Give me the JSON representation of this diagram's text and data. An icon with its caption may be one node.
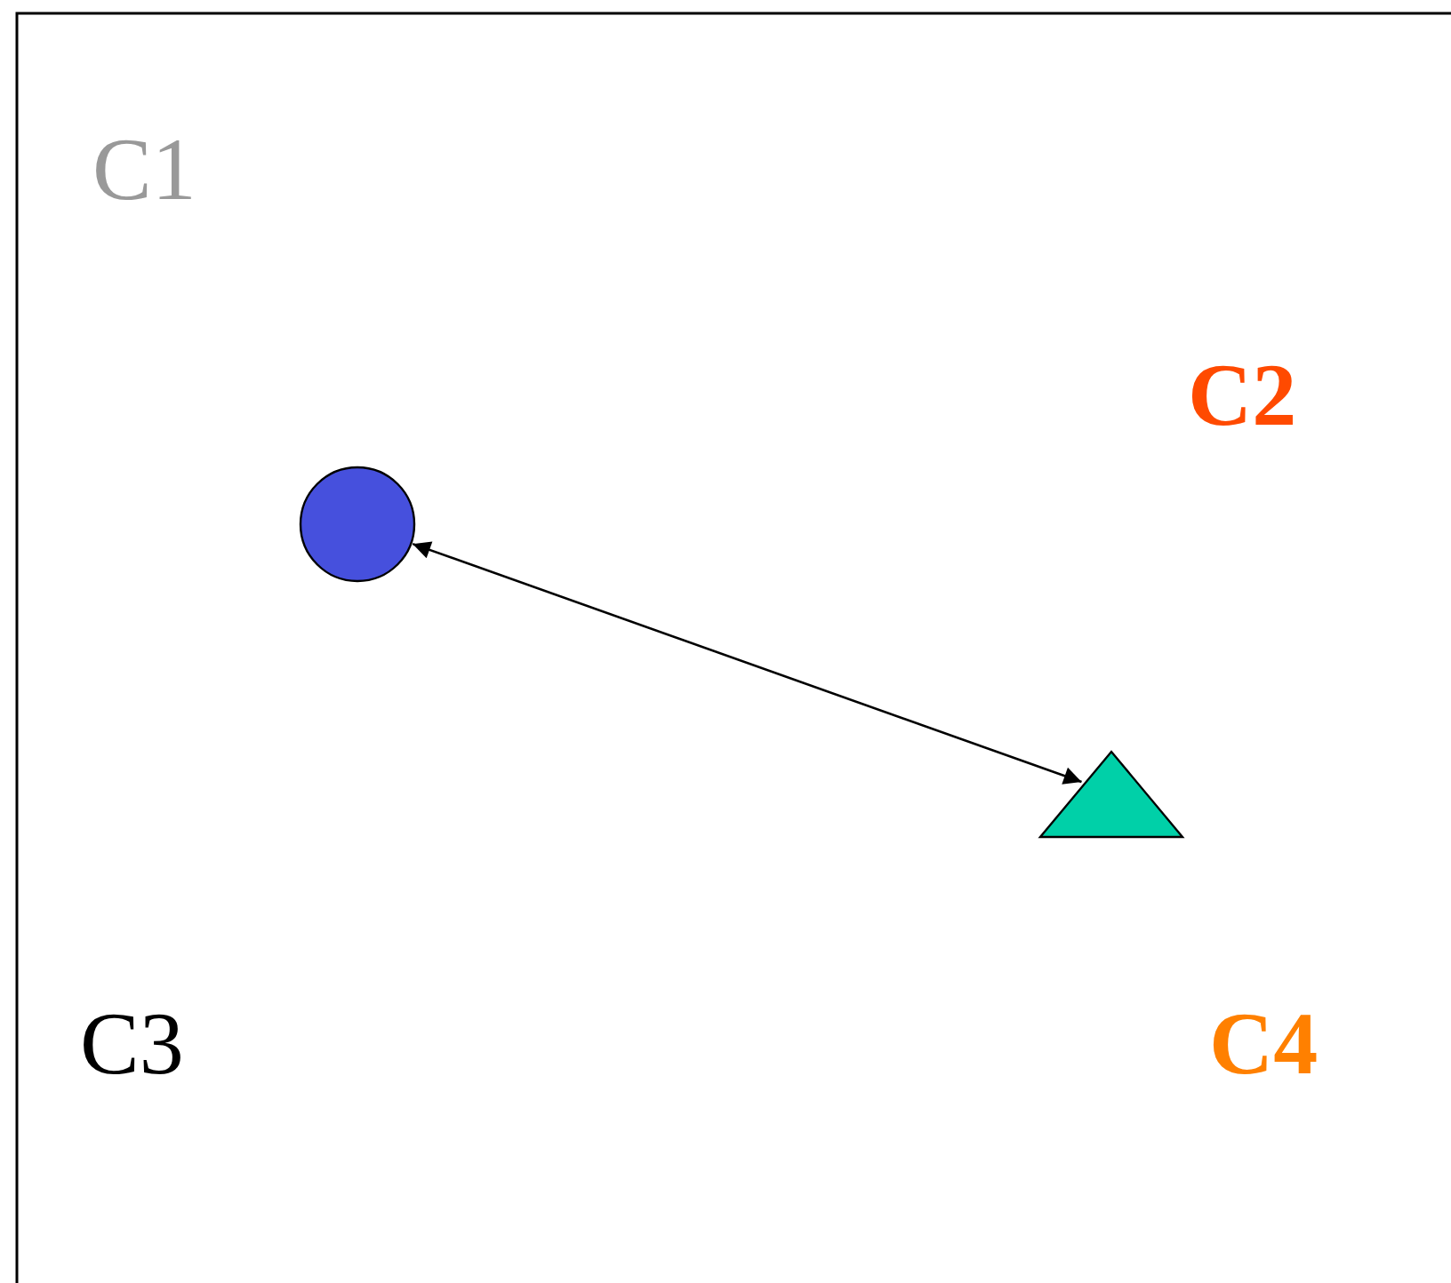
{
  "diagram": {
    "nodes": [
      {
        "text": [],
        "shape": "circle"
      },
      {
        "text": [],
        "shape": "triangle"
      }
    ],
    "edges": [
      {
        "from": 0,
        "to": 1,
        "arrow": "both"
      }
    ],
    "labels": [
      "C1",
      "C2",
      "C3",
      "C4"
    ]
  }
}
